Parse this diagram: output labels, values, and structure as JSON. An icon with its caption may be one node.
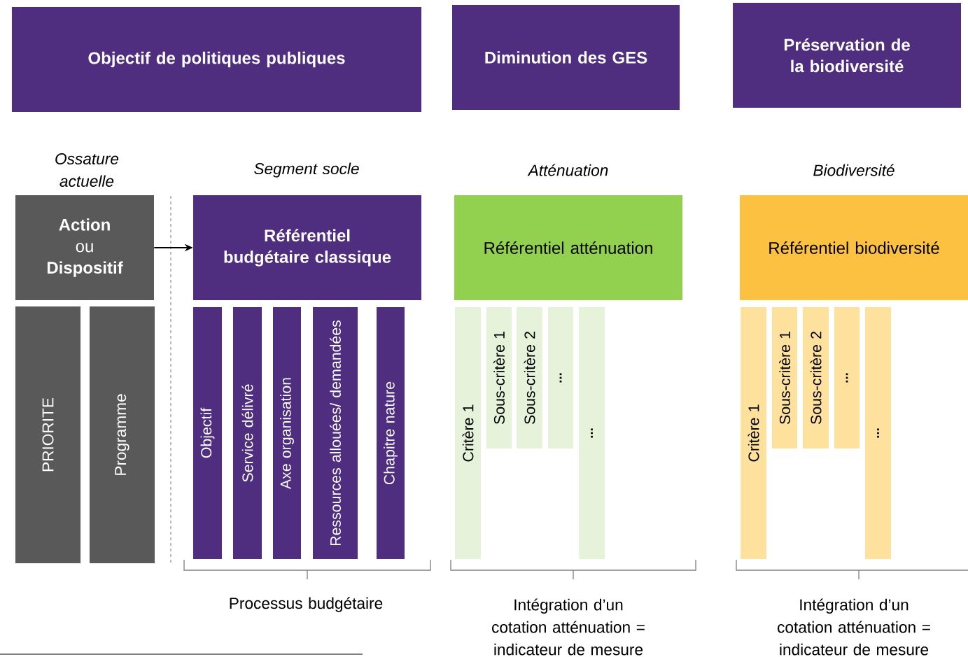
{
  "diagram": {
    "nodes": [
      {
        "text": [
          "Objectif de politiques publiques"
        ]
      },
      {
        "text": [
          "Diminution des GES"
        ]
      },
      {
        "text": [
          "Préservation de la biodiversité"
        ]
      },
      {
        "text": [
          "Action",
          "ou",
          "Dispositif"
        ]
      },
      {
        "text": [
          "Référentiel  budgétaire classique"
        ]
      },
      {
        "text": [
          "Référentiel atténuation"
        ]
      },
      {
        "text": [
          "Référentiel biodiversité"
        ]
      },
      {
        "text": [
          "PRIORITE"
        ]
      },
      {
        "text": [
          "Programme"
        ]
      },
      {
        "text": [
          "Objectif"
        ]
      },
      {
        "text": [
          "Service délivré"
        ]
      },
      {
        "text": [
          "Axe organisation"
        ]
      },
      {
        "text": [
          "Ressources allouées/ demandées"
        ]
      },
      {
        "text": [
          "Chapitre nature"
        ]
      },
      {
        "text": [
          "Critère 1"
        ]
      },
      {
        "text": [
          "Sous-critère 1"
        ]
      },
      {
        "text": [
          "Sous-critère 2"
        ]
      },
      {
        "text": [
          "..."
        ]
      },
      {
        "text": [
          "..."
        ]
      },
      {
        "text": [
          "Critère 1"
        ]
      },
      {
        "text": [
          "Sous-critère 1"
        ]
      },
      {
        "text": [
          "Sous-critère 2"
        ]
      },
      {
        "text": [
          "..."
        ]
      },
      {
        "text": [
          "..."
        ]
      }
    ],
    "edges": [
      {
        "from": 3,
        "to": 4,
        "arrow": "to"
      }
    ],
    "labels": [
      "Ossature actuelle",
      "Segment socle",
      "Atténuation",
      "Biodiversité",
      "Processus budgétaire",
      "Intégration d’un cotation atténuation = indicateur de mesure",
      "Intégration d’un cotation atténuation = indicateur de mesure"
    ]
  }
}
